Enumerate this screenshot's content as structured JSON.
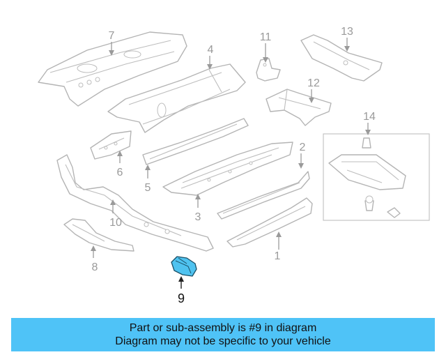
{
  "diagram": {
    "highlight_color": "#4fc3f0",
    "callouts": [
      {
        "id": "1",
        "label": "1"
      },
      {
        "id": "2",
        "label": "2"
      },
      {
        "id": "3",
        "label": "3"
      },
      {
        "id": "4",
        "label": "4"
      },
      {
        "id": "5",
        "label": "5"
      },
      {
        "id": "6",
        "label": "6"
      },
      {
        "id": "7",
        "label": "7"
      },
      {
        "id": "8",
        "label": "8"
      },
      {
        "id": "9",
        "label": "9",
        "highlighted": true
      },
      {
        "id": "10",
        "label": "10"
      },
      {
        "id": "11",
        "label": "11"
      },
      {
        "id": "12",
        "label": "12"
      },
      {
        "id": "13",
        "label": "13"
      },
      {
        "id": "14",
        "label": "14"
      }
    ]
  },
  "banner": {
    "background": "#4fc3f7",
    "line1": "Part or sub-assembly is #9 in diagram",
    "line2": "Diagram may not be specific to your vehicle"
  }
}
